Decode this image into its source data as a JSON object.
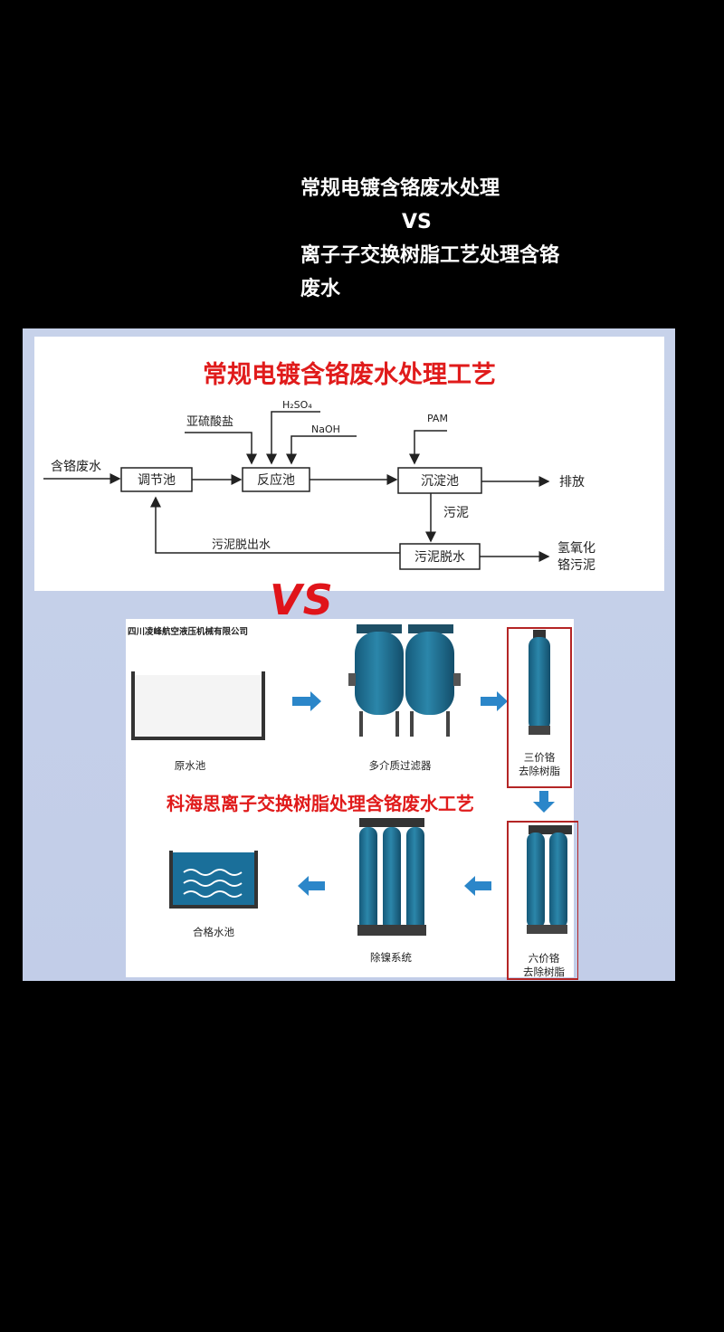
{
  "caption": {
    "line1": "常规电镀含铬废水处理",
    "line2": "VS",
    "line3": "离子子交换树脂工艺处理含铬",
    "line4": "废水"
  },
  "conventional": {
    "title": "常规电镀含铬废水处理工艺",
    "inflow": "含铬废水",
    "reagent_sulfite": "亚硫酸盐",
    "reagent_acid": "H₂SO₄",
    "reagent_base": "NaOH",
    "reagent_pam": "PAM",
    "box_adjust": "调节池",
    "box_react": "反应池",
    "box_settle": "沉淀池",
    "box_dewater": "污泥脱水",
    "discharge": "排放",
    "sludge": "污泥",
    "sludge_water": "污泥脱出水",
    "product_1": "氢氧化",
    "product_2": "铬污泥"
  },
  "vs": "VS",
  "ion_exchange": {
    "company": "四川凌峰航空液压机械有限公司",
    "title": "科海思离子交换树脂处理含铬废水工艺",
    "raw_pool": "原水池",
    "multi_filter": "多介质过滤器",
    "cr3_1": "三价铬",
    "cr3_2": "去除树脂",
    "cr6_1": "六价铬",
    "cr6_2": "去除树脂",
    "nickel": "除镍系统",
    "qualified_pool": "合格水池"
  },
  "colors": {
    "red": "#e01b1b",
    "tank_blue": "#1f6f94",
    "arrow_blue": "#2b86c9",
    "panel_bg": "#c4cfe9"
  }
}
